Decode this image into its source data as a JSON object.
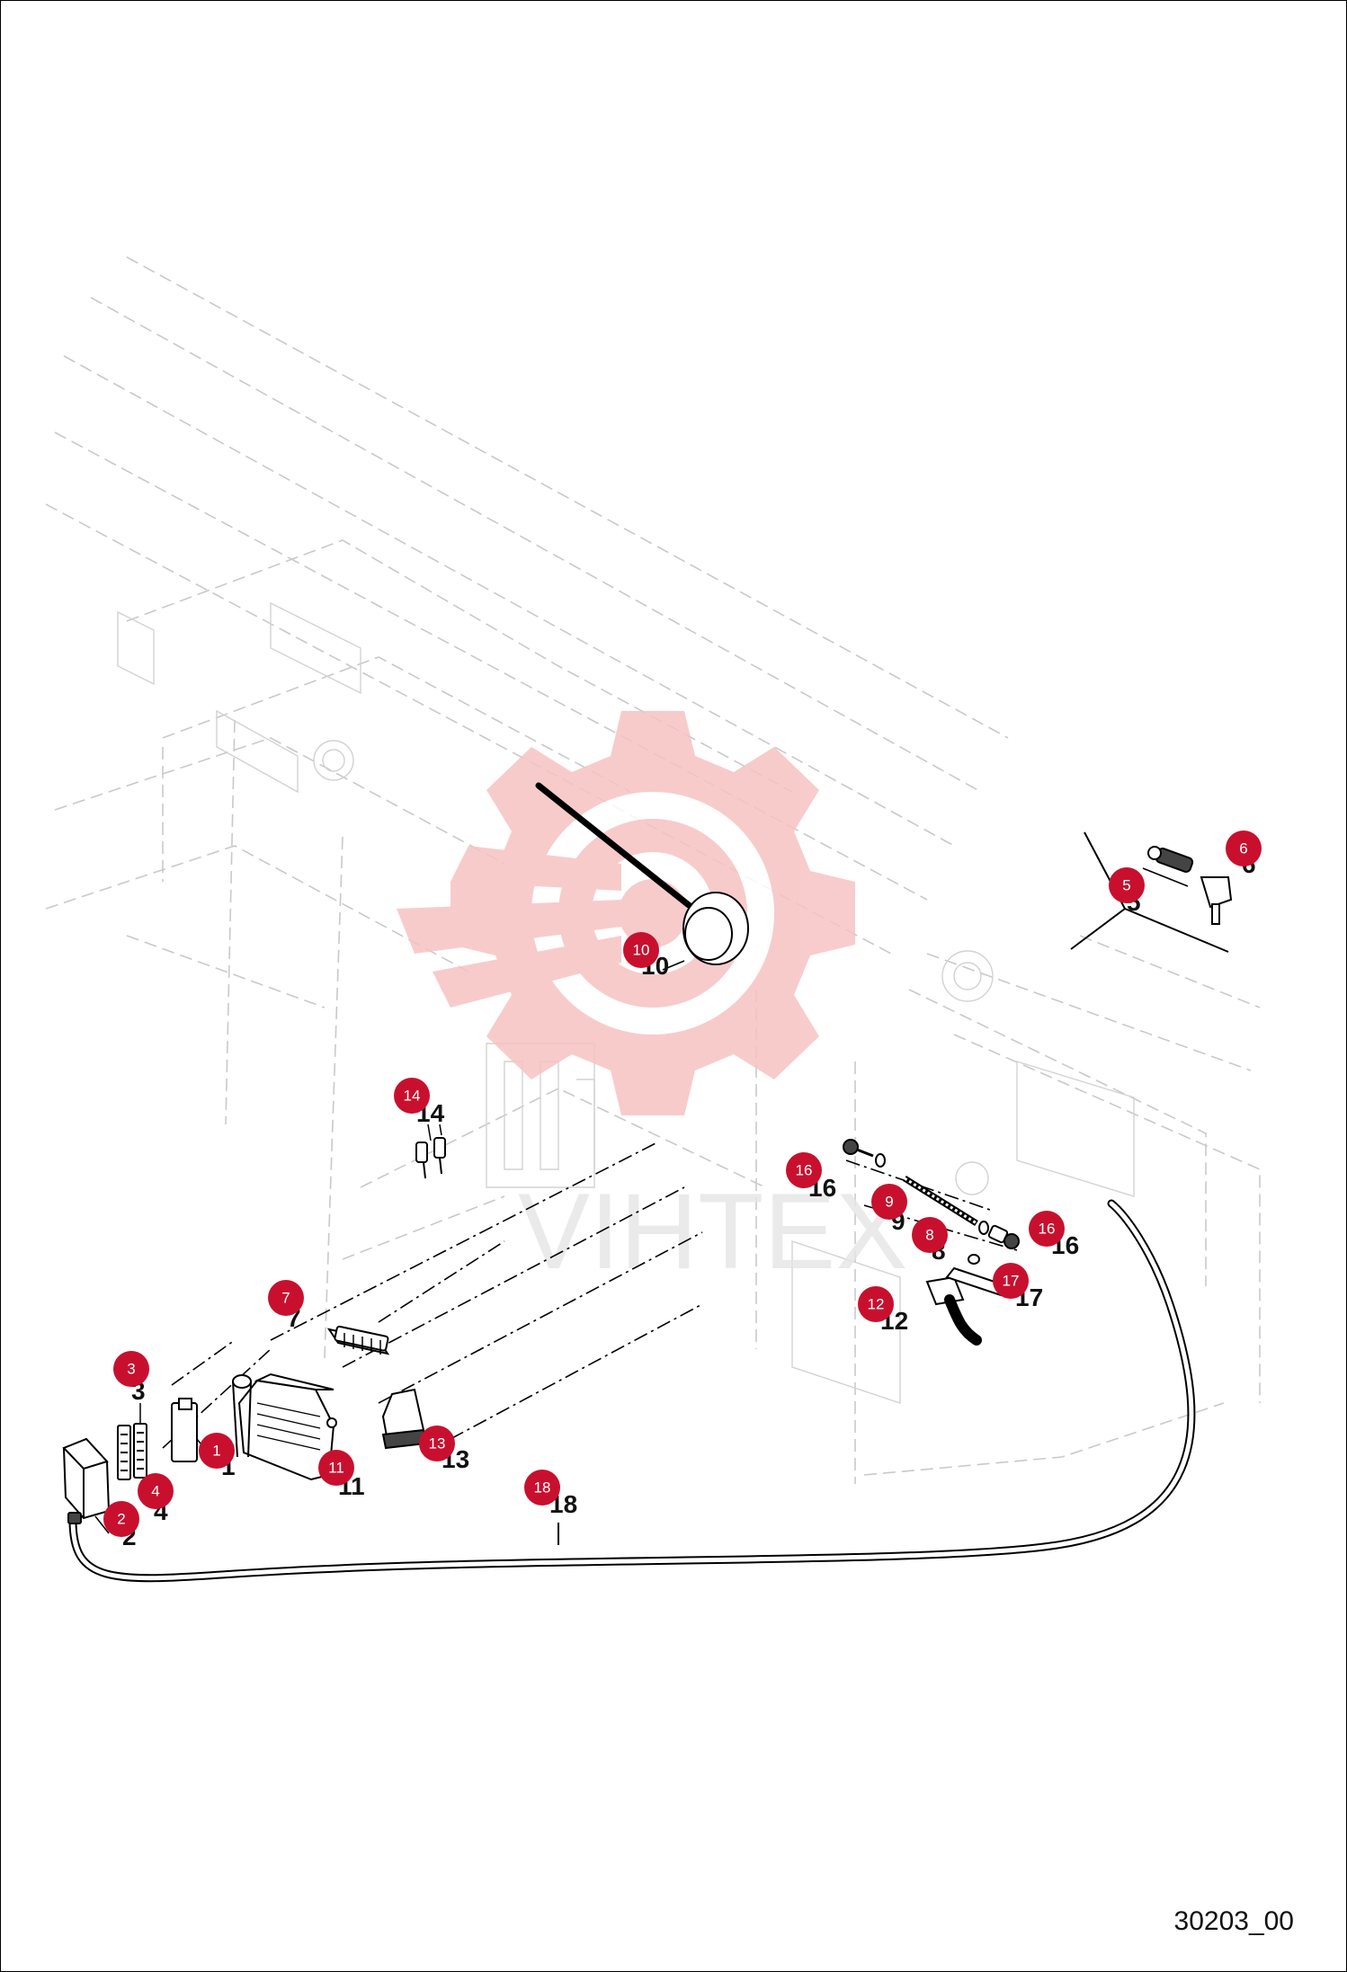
{
  "reference_code": "30203_00",
  "watermark_text": "VIHTEX",
  "colors": {
    "badge": "#c8102e",
    "watermark": "#f7c3c3",
    "ghost_lines": "#c9c9c9",
    "ink": "#111111"
  },
  "parts": [
    {
      "number": "1",
      "label": "1"
    },
    {
      "number": "2",
      "label": "2"
    },
    {
      "number": "3",
      "label": "3"
    },
    {
      "number": "4",
      "label": "4"
    },
    {
      "number": "5",
      "label": "5"
    },
    {
      "number": "6",
      "label": "6"
    },
    {
      "number": "7",
      "label": "7"
    },
    {
      "number": "8",
      "label": "8"
    },
    {
      "number": "9",
      "label": "9"
    },
    {
      "number": "10",
      "label": "10"
    },
    {
      "number": "11",
      "label": "11"
    },
    {
      "number": "12",
      "label": "12"
    },
    {
      "number": "13",
      "label": "13"
    },
    {
      "number": "14",
      "label": "14"
    },
    {
      "number": "16",
      "label": "16"
    },
    {
      "number": "16",
      "label": "16"
    },
    {
      "number": "17",
      "label": "17"
    },
    {
      "number": "18",
      "label": "18"
    }
  ]
}
